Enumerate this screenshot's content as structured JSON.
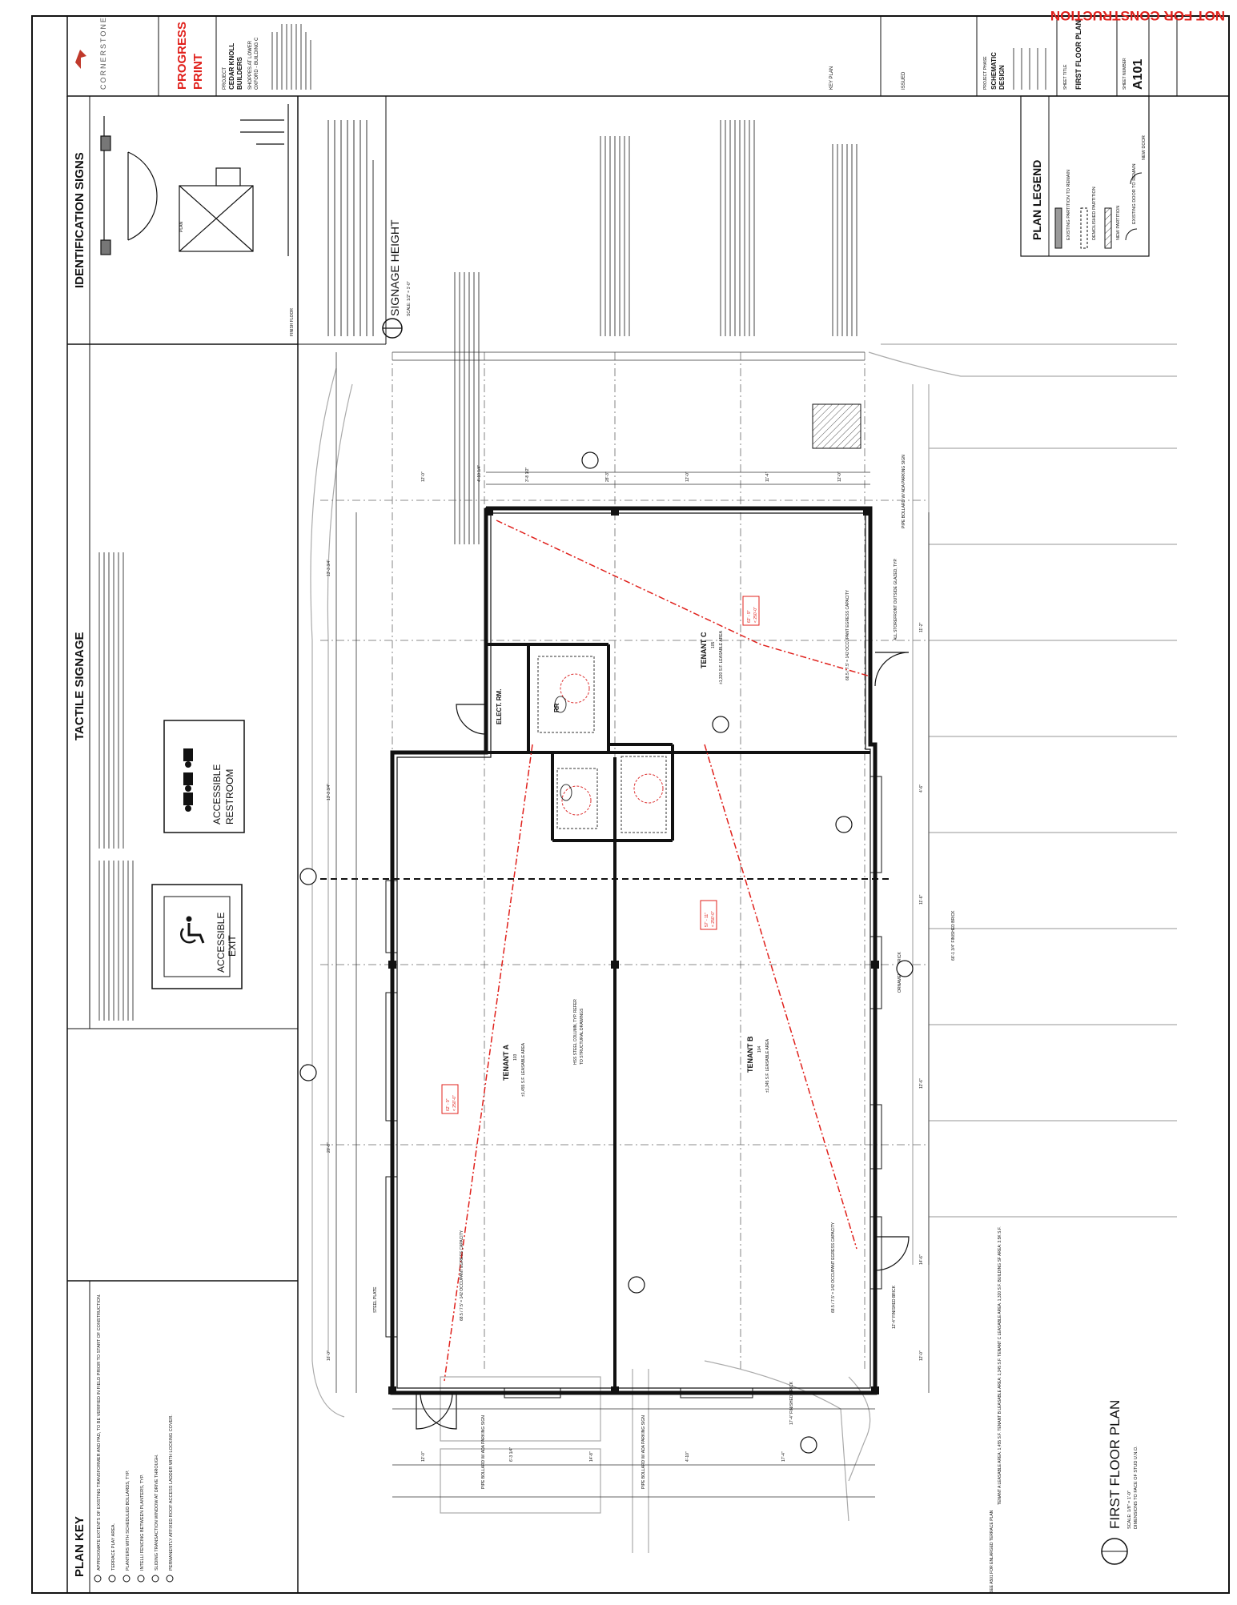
{
  "banner": {
    "not_for_construction": "NOT FOR CONSTRUCTION",
    "color": "#e0201b"
  },
  "titleblock": {
    "firm_name": "CORNERSTONE",
    "progress_1": "PROGRESS",
    "progress_2": "PRINT",
    "project_label": "PROJECT",
    "project_name_1": "CEDAR KNOLL",
    "project_name_2": "BUILDERS",
    "project_location_1": "SHOPPES AT LOWER",
    "project_location_2": "OXFORD - BUILDING C",
    "key_plan": "KEY PLAN",
    "issued": "ISSUED",
    "project_phase_label": "PROJECT PHASE",
    "project_phase": "SCHEMATIC",
    "project_phase_2": "DESIGN",
    "sheet_title_label": "SHEET TITLE",
    "sheet_title": "FIRST FLOOR PLAN",
    "sheet_number_label": "SHEET NUMBER",
    "sheet_number": "A101"
  },
  "headings": {
    "identification_signs": "IDENTIFICATION SIGNS",
    "tactile_signage": "TACTILE SIGNAGE",
    "plan_key": "PLAN KEY",
    "signage_height": "SIGNAGE HEIGHT",
    "signage_height_scale": "SCALE: 1/2\" = 1'-0\"",
    "plan_legend": "PLAN LEGEND",
    "first_floor_plan": "FIRST FLOOR PLAN",
    "first_floor_scale": "SCALE: 1/8\" = 1'-0\"",
    "first_floor_dims": "DIMENSIONS TO FACE OF STUD U.N.O."
  },
  "signs": {
    "accessible_exit_1": "ACCESSIBLE",
    "accessible_exit_2": "EXIT",
    "accessible_restroom_1": "ACCESSIBLE",
    "accessible_restroom_2": "RESTROOM",
    "finish_floor": "FINISH FLOOR",
    "plan": "PLAN"
  },
  "legend": {
    "items": [
      "EXISTING PARTITION TO REMAIN",
      "DEMOLISHED PARTITION",
      "NEW PARTITION",
      "EXISTING DOOR TO REMAIN",
      "NEW DOOR"
    ]
  },
  "plan_key": {
    "items": [
      "APPROXIMATE EXTENTS OF EXISTING TRANSFORMER AND PAD, TO BE VERIFIED IN FIELD PRIOR TO START OF CONSTRUCTION.",
      "TERRACE PLAY AREA.",
      "PLANTERS WITH SCHEDULED BOLLARDS, TYP.",
      "INTELLI FENCING BETWEEN PLANTERS, TYP.",
      "SLIDING TRANSACTION WINDOW AT DRIVE THROUGH.",
      "PERMANENTLY AFFIXED ROOF ACCESS LADDER WITH LOCKING COVER."
    ]
  },
  "rooms": {
    "tenant_a": "TENANT A",
    "tenant_a_no": "103",
    "tenant_a_area": "±1,455 S.F. LEASABLE AREA",
    "tenant_b": "TENANT B",
    "tenant_b_no": "104",
    "tenant_b_area": "±1,345 S.F. LEASABLE AREA",
    "tenant_c": "TENANT C",
    "tenant_c_no": "105",
    "tenant_c_area": "±1,320 S.F. LEASABLE AREA",
    "elec_rm": "ELECT. RM.",
    "rr": "RR",
    "travel_a": "62' - 9\"",
    "travel_a_2": "< 250'-0\"",
    "travel_b": "57' - 11\"",
    "travel_b_2": "< 250'-0\"",
    "travel_c": "62' - 9\"",
    "travel_c_2": "< 250'-0\""
  },
  "plan_notes": {
    "steel_plate": "STEEL PLATE",
    "hss_column_1": "HSS STEEL COLUMN, TYP. REFER",
    "hss_column_2": "TO STRUCTURAL DRAWINGS",
    "occupant_a": "68.5 / 7.5' = 142 OCCUPANT EGRESS CAPACITY",
    "occupant_b": "68.5 / 7.5' = 142 OCCUPANT EGRESS CAPACITY",
    "occupant_c": "68.5 / 7.5' = 142 OCCUPANT EGRESS CAPACITY",
    "pipe_bollard_1": "PIPE BOLLARD W/ ADA PARKING SIGN",
    "pipe_bollard_2": "PIPE BOLLARD W/ ADA PARKING SIGN",
    "pipe_bollard_3": "PIPE BOLLARD W/ ADA PARKING SIGN",
    "finished_brick": "12'-4\" FINISHED BRICK",
    "finished_brick_2": "17'-4\" FINISHED BRICK",
    "finished_brick_3": "66'-1 3/4\" FINISHED BRICK",
    "ornamental_brick": "ORNAMENTAL BRICK",
    "storefront": "ALL STOREFRONT OUTSIDE GLAZED, TYP.",
    "see_a501": "SEE A501 FOR ENLARGED TERRACE PLAN",
    "area_summary": "TENANT A LEASABLE AREA: 1,455 S.F.   TENANT B LEASABLE AREA: 1,345 S.F.   TENANT C LEASABLE AREA: 1,320 S.F.   BUILDING SF AREA: 3.5K S.F."
  },
  "dimensions": {
    "top": [
      "12'-0\"",
      "4'-10 1/4\"",
      "3'-8 1/2\"",
      "28'-3\"",
      "12'-0\"",
      "11'-4\"",
      "12'-0\""
    ],
    "bottom": [
      "12'-0\"",
      "6'-3 1/4\"",
      "14'-8\"",
      "4'-10\"",
      "17'-4\""
    ],
    "left": [
      "16'-0\"",
      "20'-8\"",
      "13'-3 3/4\"",
      "13'-3 3/4\""
    ],
    "right": [
      "12'-0\"",
      "14'-6\"",
      "12'-6\"",
      "11'-6\"",
      "4'-6\"",
      "11'-2\""
    ]
  }
}
